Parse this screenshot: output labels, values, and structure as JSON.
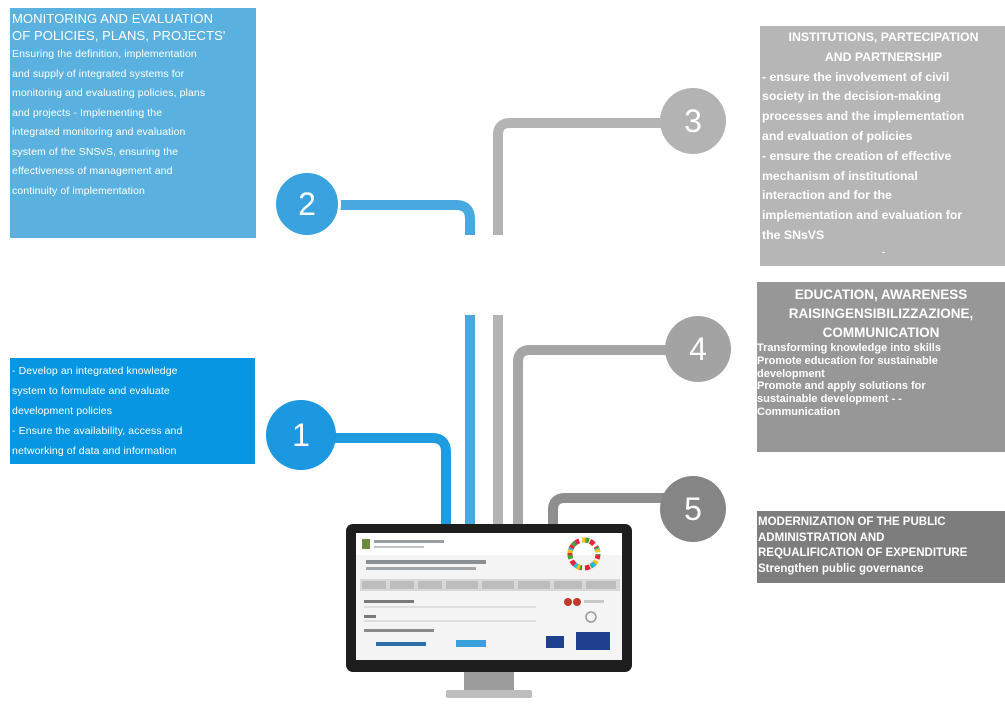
{
  "colors": {
    "blue_light": "#5ab1e0",
    "blue_mid": "#3aa0dc",
    "blue_bright": "#0797e2",
    "gray_light": "#b6b6b6",
    "gray_mid": "#a8a8a8",
    "gray_dark": "#898989",
    "gray_darker": "#7d7d7d"
  },
  "nodes": [
    {
      "number": "1"
    },
    {
      "number": "2"
    },
    {
      "number": "3"
    },
    {
      "number": "4"
    },
    {
      "number": "5"
    }
  ],
  "box2": {
    "title_line1": "MONITORING AND EVALUATION",
    "title_line2": "OF POLICIES, PLANS, PROJECTS'",
    "lines": [
      "Ensuring the definition, implementation",
      "and supply of integrated systems for",
      "monitoring and evaluating policies, plans",
      "and projects - Implementing the",
      "integrated monitoring and evaluation",
      "system of the SNSvS, ensuring the",
      "effectiveness of management and",
      "continuity of implementation"
    ]
  },
  "box1": {
    "lines": [
      "- Develop an integrated knowledge",
      "system to formulate and evaluate",
      "development policies",
      "- Ensure the availability, access and",
      "networking of data and information"
    ]
  },
  "box3": {
    "title_line1": "INSTITUTIONS, PARTECIPATION",
    "title_line2": "AND PARTNERSHIP",
    "lines": [
      "- ensure the involvement of civil",
      "society in the decision-making",
      "processes and the implementation",
      "and evaluation of policies",
      "- ensure the creation of effective",
      "mechanism of institutional",
      "interaction and for the",
      "implementation and evaluation for",
      "the SNsVS"
    ],
    "trailing": "-"
  },
  "box4": {
    "title_line1": "EDUCATION, AWARENESS",
    "title_line2": "RAISINGENSIBILIZZAZIONE,",
    "title_line3": "COMMUNICATION",
    "lines": [
      "Transforming knowledge into skills",
      "Promote education for sustainable",
      "development",
      "Promote and apply solutions for",
      "sustainable development - -",
      "Communication"
    ]
  },
  "box5": {
    "lines": [
      "MODERNIZATION OF THE PUBLIC",
      "ADMINISTRATION AND",
      "REQUALIFICATION OF EXPENDITURE",
      "Strengthen public governance"
    ]
  },
  "monitor_screen": {
    "icon": "sdg-wheel-icon"
  }
}
